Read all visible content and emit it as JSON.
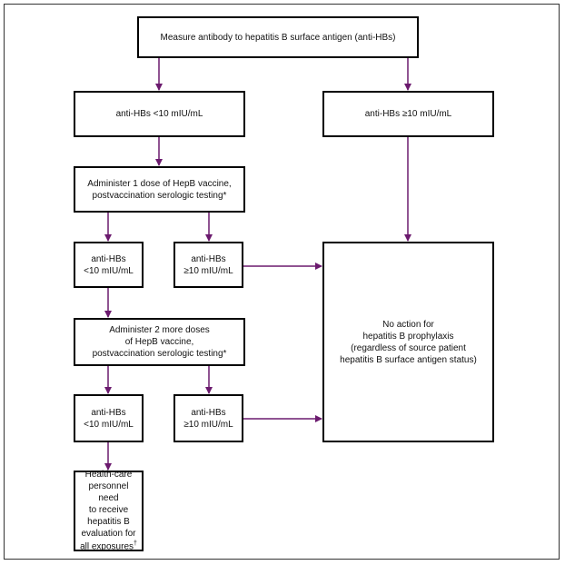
{
  "nodes": {
    "measure": "Measure antibody to hepatitis B surface antigen (anti-HBs)",
    "low1": "anti-HBs <10 mIU/mL",
    "high1": "anti-HBs ≥10 mIU/mL",
    "dose1": "Administer 1 dose of HepB vaccine,\npostvaccination serologic testing*",
    "low2": "anti-HBs\n<10 mIU/mL",
    "high2": "anti-HBs\n≥10 mIU/mL",
    "dose2": "Administer 2 more doses\nof HepB vaccine,\npostvaccination serologic testing*",
    "low3": "anti-HBs\n<10 mIU/mL",
    "high3": "anti-HBs\n≥10 mIU/mL",
    "noaction": "No action for\nhepatitis B prophylaxis\n(regardless of source patient\nhepatitis B surface antigen status)",
    "hcp_main": "Health-care\npersonnel need\nto receive\nhepatitis B\nevaluation for\nall exposures",
    "hcp_mark": "†"
  },
  "colors": {
    "arrow": "#6b1a6e",
    "border": "#000000"
  }
}
